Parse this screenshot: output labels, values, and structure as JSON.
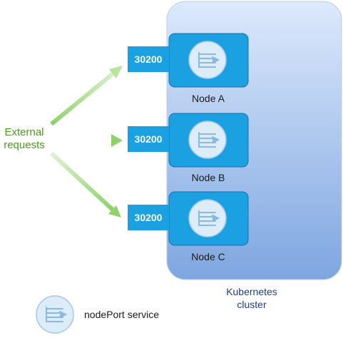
{
  "cluster": {
    "label_line1": "Kubernetes",
    "label_line2": "cluster"
  },
  "external": {
    "line1": "External",
    "line2": "requests"
  },
  "nodes": [
    {
      "port": "30200",
      "label": "Node A"
    },
    {
      "port": "30200",
      "label": "Node B"
    },
    {
      "port": "30200",
      "label": "Node C"
    }
  ],
  "legend": {
    "label": "nodePort service",
    "icon": "service-icon"
  },
  "colors": {
    "cluster_top": "#dbe8fb",
    "cluster_bottom": "#7ea6e0",
    "node_box": "#1ba1e2",
    "service_circle": "#dcecf9",
    "arrow": "#8fd16a",
    "external_text": "#4a9a1a",
    "cluster_text": "#1f3f8a"
  }
}
